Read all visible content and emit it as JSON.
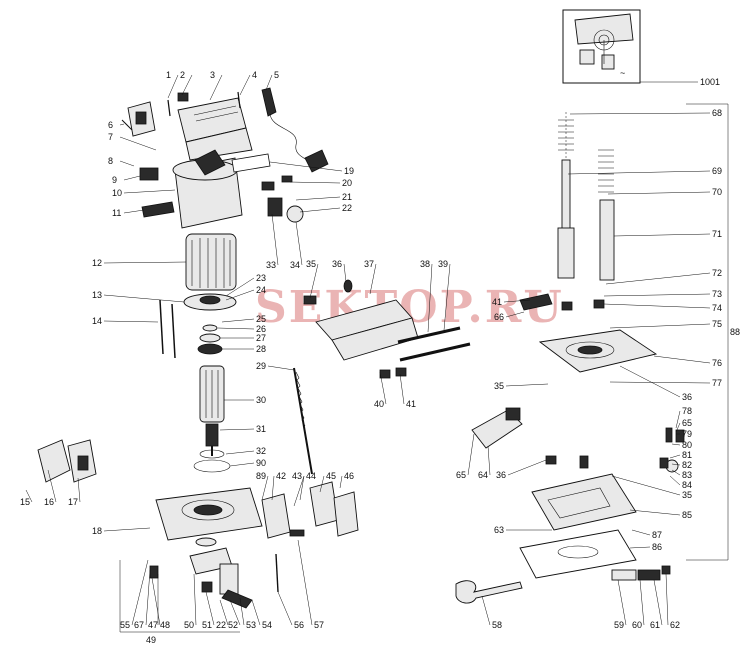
{
  "watermark": "SEKTOP.RU",
  "inset_ref": "1001",
  "group_brackets": {
    "left": "88",
    "bottom": "49"
  },
  "callouts": [
    {
      "id": "c1",
      "label": "1"
    },
    {
      "id": "c2",
      "label": "2"
    },
    {
      "id": "c3",
      "label": "3"
    },
    {
      "id": "c4",
      "label": "4"
    },
    {
      "id": "c5",
      "label": "5"
    },
    {
      "id": "c6",
      "label": "6"
    },
    {
      "id": "c7",
      "label": "7"
    },
    {
      "id": "c8",
      "label": "8"
    },
    {
      "id": "c9",
      "label": "9"
    },
    {
      "id": "c10",
      "label": "10"
    },
    {
      "id": "c11",
      "label": "11"
    },
    {
      "id": "c12",
      "label": "12"
    },
    {
      "id": "c13",
      "label": "13"
    },
    {
      "id": "c14",
      "label": "14"
    },
    {
      "id": "c15",
      "label": "15"
    },
    {
      "id": "c16",
      "label": "16"
    },
    {
      "id": "c17",
      "label": "17"
    },
    {
      "id": "c18",
      "label": "18"
    },
    {
      "id": "c19",
      "label": "19"
    },
    {
      "id": "c20",
      "label": "20"
    },
    {
      "id": "c21",
      "label": "21"
    },
    {
      "id": "c22a",
      "label": "22"
    },
    {
      "id": "c22b",
      "label": "22"
    },
    {
      "id": "c23",
      "label": "23"
    },
    {
      "id": "c24",
      "label": "24"
    },
    {
      "id": "c25",
      "label": "25"
    },
    {
      "id": "c26",
      "label": "26"
    },
    {
      "id": "c27",
      "label": "27"
    },
    {
      "id": "c28",
      "label": "28"
    },
    {
      "id": "c29",
      "label": "29"
    },
    {
      "id": "c30",
      "label": "30"
    },
    {
      "id": "c31",
      "label": "31"
    },
    {
      "id": "c32",
      "label": "32"
    },
    {
      "id": "c33",
      "label": "33"
    },
    {
      "id": "c34",
      "label": "34"
    },
    {
      "id": "c35a",
      "label": "35"
    },
    {
      "id": "c35b",
      "label": "35"
    },
    {
      "id": "c35c",
      "label": "35"
    },
    {
      "id": "c36a",
      "label": "36"
    },
    {
      "id": "c36b",
      "label": "36"
    },
    {
      "id": "c36c",
      "label": "36"
    },
    {
      "id": "c37",
      "label": "37"
    },
    {
      "id": "c38",
      "label": "38"
    },
    {
      "id": "c39",
      "label": "39"
    },
    {
      "id": "c40",
      "label": "40"
    },
    {
      "id": "c41a",
      "label": "41"
    },
    {
      "id": "c41b",
      "label": "41"
    },
    {
      "id": "c42",
      "label": "42"
    },
    {
      "id": "c43",
      "label": "43"
    },
    {
      "id": "c44",
      "label": "44"
    },
    {
      "id": "c45",
      "label": "45"
    },
    {
      "id": "c46",
      "label": "46"
    },
    {
      "id": "c47",
      "label": "47"
    },
    {
      "id": "c48",
      "label": "48"
    },
    {
      "id": "c50",
      "label": "50"
    },
    {
      "id": "c51",
      "label": "51"
    },
    {
      "id": "c52",
      "label": "52"
    },
    {
      "id": "c53",
      "label": "53"
    },
    {
      "id": "c54",
      "label": "54"
    },
    {
      "id": "c55",
      "label": "55"
    },
    {
      "id": "c56",
      "label": "56"
    },
    {
      "id": "c57",
      "label": "57"
    },
    {
      "id": "c58",
      "label": "58"
    },
    {
      "id": "c59",
      "label": "59"
    },
    {
      "id": "c60",
      "label": "60"
    },
    {
      "id": "c61",
      "label": "61"
    },
    {
      "id": "c62",
      "label": "62"
    },
    {
      "id": "c63",
      "label": "63"
    },
    {
      "id": "c64",
      "label": "64"
    },
    {
      "id": "c65a",
      "label": "65"
    },
    {
      "id": "c65b",
      "label": "65"
    },
    {
      "id": "c66",
      "label": "66"
    },
    {
      "id": "c67",
      "label": "67"
    },
    {
      "id": "c68",
      "label": "68"
    },
    {
      "id": "c69",
      "label": "69"
    },
    {
      "id": "c70",
      "label": "70"
    },
    {
      "id": "c71",
      "label": "71"
    },
    {
      "id": "c72",
      "label": "72"
    },
    {
      "id": "c73",
      "label": "73"
    },
    {
      "id": "c74",
      "label": "74"
    },
    {
      "id": "c75",
      "label": "75"
    },
    {
      "id": "c76",
      "label": "76"
    },
    {
      "id": "c77",
      "label": "77"
    },
    {
      "id": "c78",
      "label": "78"
    },
    {
      "id": "c79",
      "label": "79"
    },
    {
      "id": "c80",
      "label": "80"
    },
    {
      "id": "c81",
      "label": "81"
    },
    {
      "id": "c82",
      "label": "82"
    },
    {
      "id": "c83",
      "label": "83"
    },
    {
      "id": "c84",
      "label": "84"
    },
    {
      "id": "c85",
      "label": "85"
    },
    {
      "id": "c86",
      "label": "86"
    },
    {
      "id": "c87",
      "label": "87"
    },
    {
      "id": "c89",
      "label": "89"
    },
    {
      "id": "c90",
      "label": "90"
    }
  ]
}
